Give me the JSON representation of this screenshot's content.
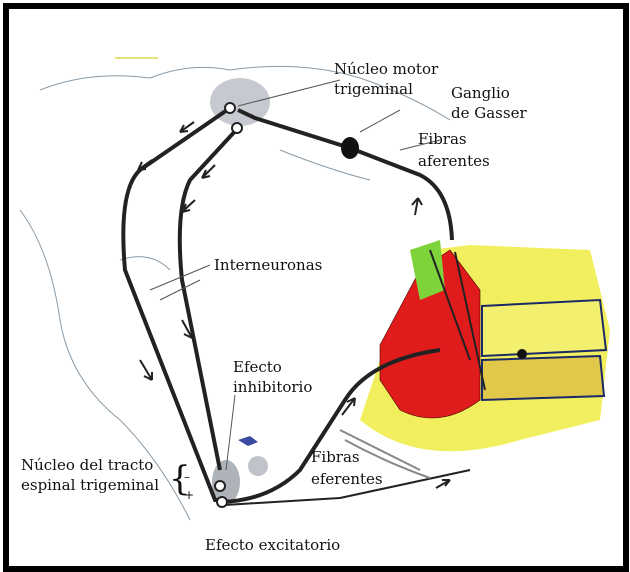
{
  "labels": {
    "nucleo_motor": [
      "Núcleo motor",
      "trigeminal"
    ],
    "ganglio": [
      "Ganglio",
      "de Gasser"
    ],
    "fibras_aferentes": [
      "Fibras",
      "aferentes"
    ],
    "interneuronas": "Interneuronas",
    "efecto_inhibitorio": [
      "Efecto",
      "inhibitorio"
    ],
    "nucleo_tracto": [
      "Núcleo del tracto",
      "espinal trigeminal"
    ],
    "fibras_eferentes": [
      "Fibras",
      "eferentes"
    ],
    "efecto_excitatorio": "Efecto excitatorio",
    "brace": "{",
    "minus_sign": "–",
    "plus_sign": "+"
  }
}
